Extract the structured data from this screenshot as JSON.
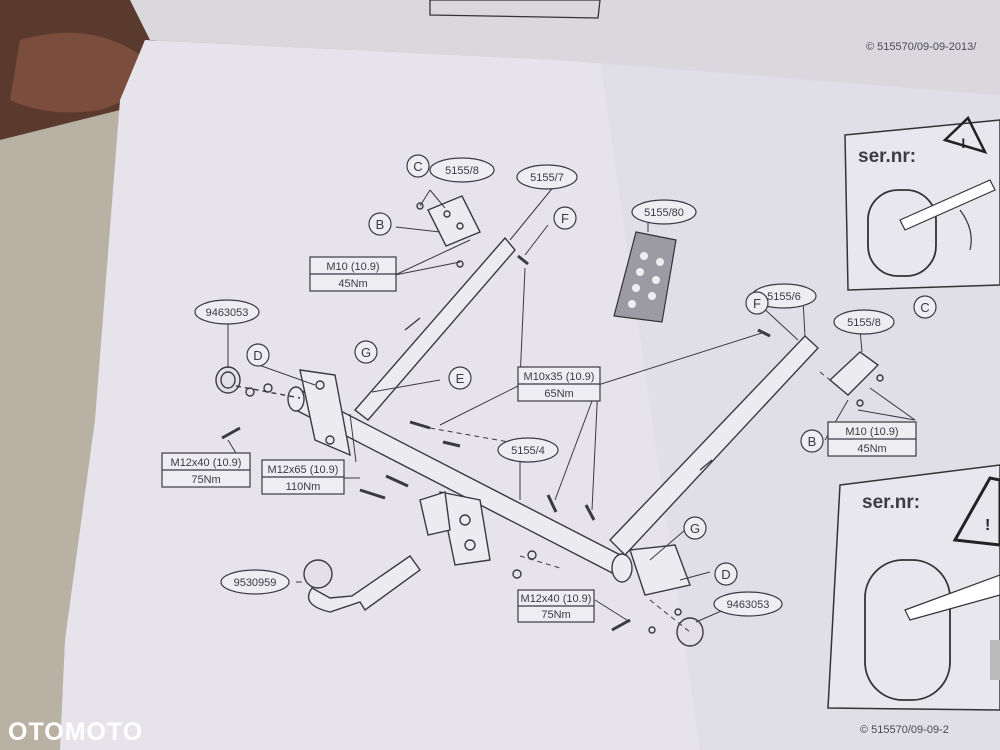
{
  "copyright_top": "© 515570/09-09-2013/",
  "copyright_bottom": "© 515570/09-09-2",
  "ser_nr_top": "ser.nr:",
  "ser_nr_bottom": "ser.nr:",
  "watermark": "OTOMOTO",
  "part_labels": {
    "p5155_8_top": "5155/8",
    "p5155_7": "5155/7",
    "p5155_80": "5155/80",
    "p9463053_left": "9463053",
    "p5155_6": "5155/6",
    "p5155_8_right": "5155/8",
    "p5155_4": "5155/4",
    "p9530959": "9530959",
    "p9463053_right": "9463053"
  },
  "letters": {
    "c_top": "C",
    "b_top": "B",
    "f_top": "F",
    "d_left": "D",
    "g_left": "G",
    "e": "E",
    "f_right": "F",
    "c_right": "C",
    "b_right": "B",
    "g_right": "G",
    "d_right": "D"
  },
  "specs": {
    "m10_top": {
      "bolt": "M10 (10.9)",
      "torque": "45Nm"
    },
    "m10x35": {
      "bolt": "M10x35 (10.9)",
      "torque": "65Nm"
    },
    "m12x40_left": {
      "bolt": "M12x40 (10.9)",
      "torque": "75Nm"
    },
    "m12x65": {
      "bolt": "M12x65 (10.9)",
      "torque": "110Nm"
    },
    "m12x40_bottom": {
      "bolt": "M12x40 (10.9)",
      "torque": "75Nm"
    },
    "m10_right": {
      "bolt": "M10 (10.9)",
      "torque": "45Nm"
    }
  }
}
